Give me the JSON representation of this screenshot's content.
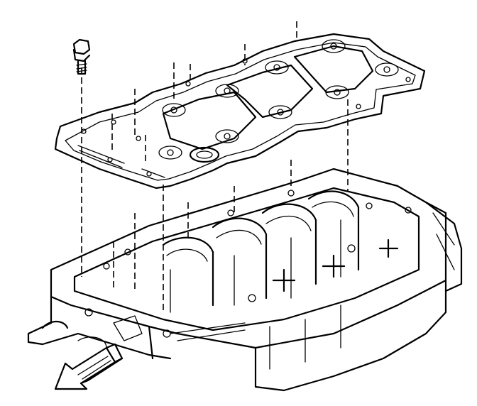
{
  "colors": {
    "line": "#000000",
    "background": "#ffffff"
  },
  "icons": {
    "bolt": "bolt-icon",
    "direction_arrow": "front-arrow-icon"
  },
  "parts": [
    {
      "id": "bolt",
      "kind": "fastener"
    },
    {
      "id": "oil-pan-gasket-plate",
      "kind": "plate"
    },
    {
      "id": "engine-block-lower",
      "kind": "casting"
    }
  ]
}
